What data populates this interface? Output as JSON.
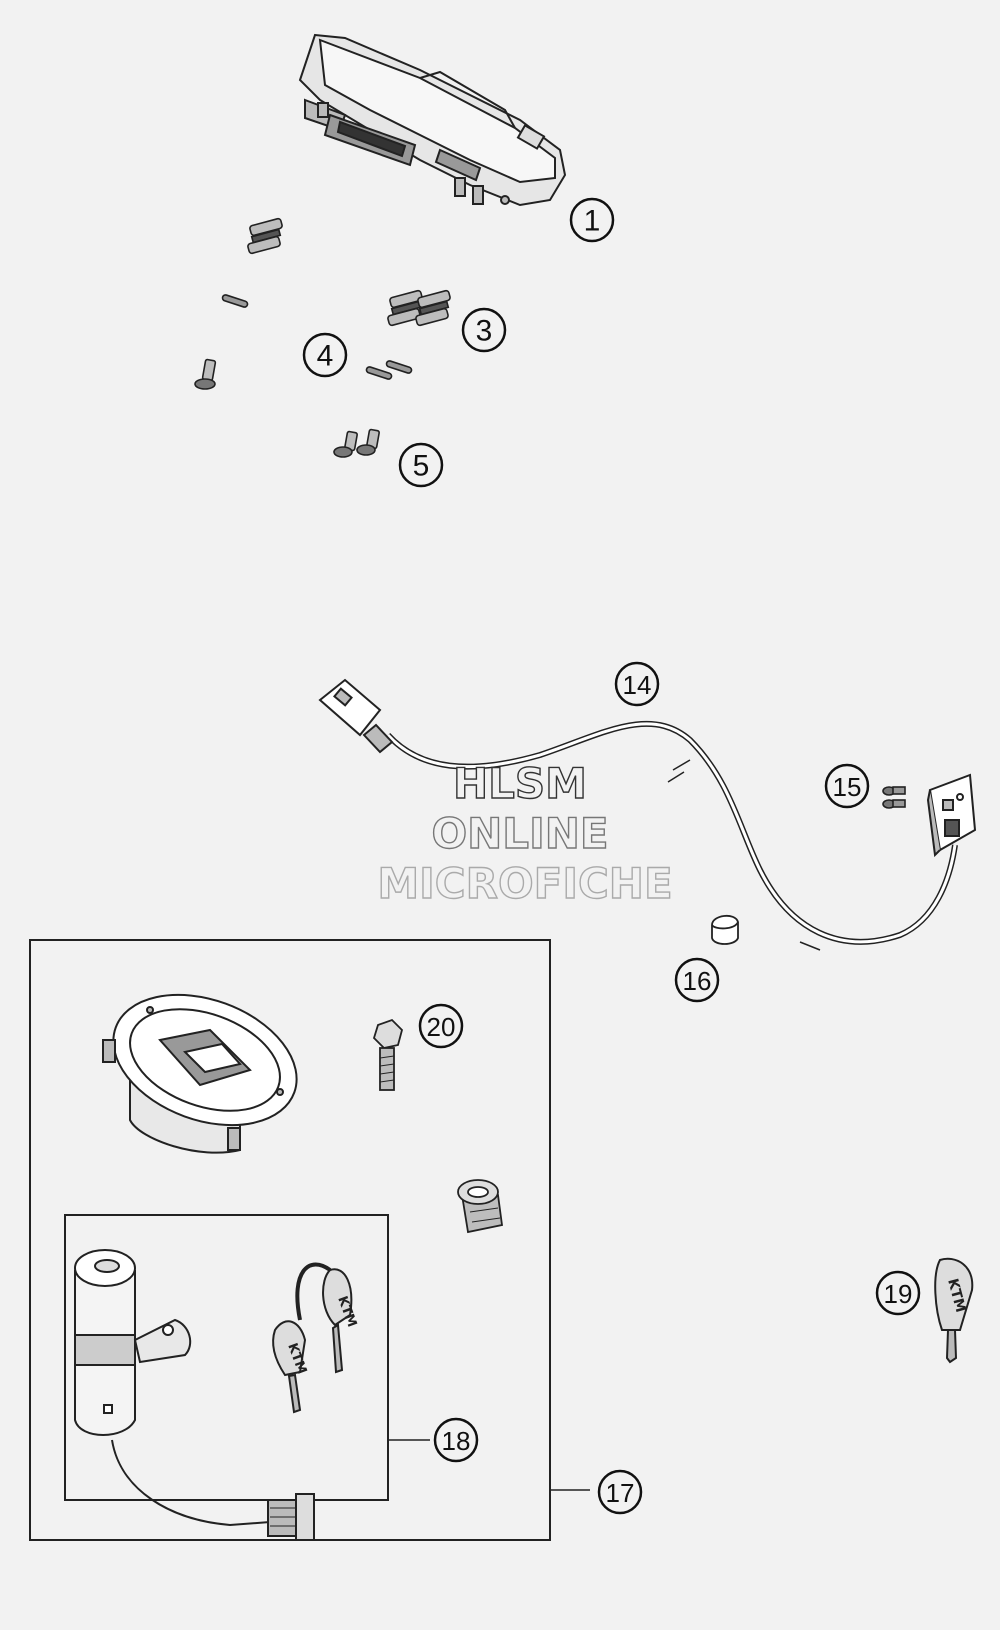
{
  "callouts": {
    "c1": "1",
    "c3": "3",
    "c4": "4",
    "c5": "5",
    "c14": "14",
    "c15": "15",
    "c16": "16",
    "c17": "17",
    "c18": "18",
    "c19": "19",
    "c20": "20"
  },
  "watermark": {
    "line1": "HLSM",
    "line2": "ONLINE",
    "line3": "MICROFICHE"
  },
  "key_brand": "KTM",
  "colors": {
    "background": "#f2f2f2",
    "line": "#222222",
    "fill_light": "#ffffff",
    "fill_mid": "#bdbdbd",
    "fill_dark": "#555555"
  }
}
